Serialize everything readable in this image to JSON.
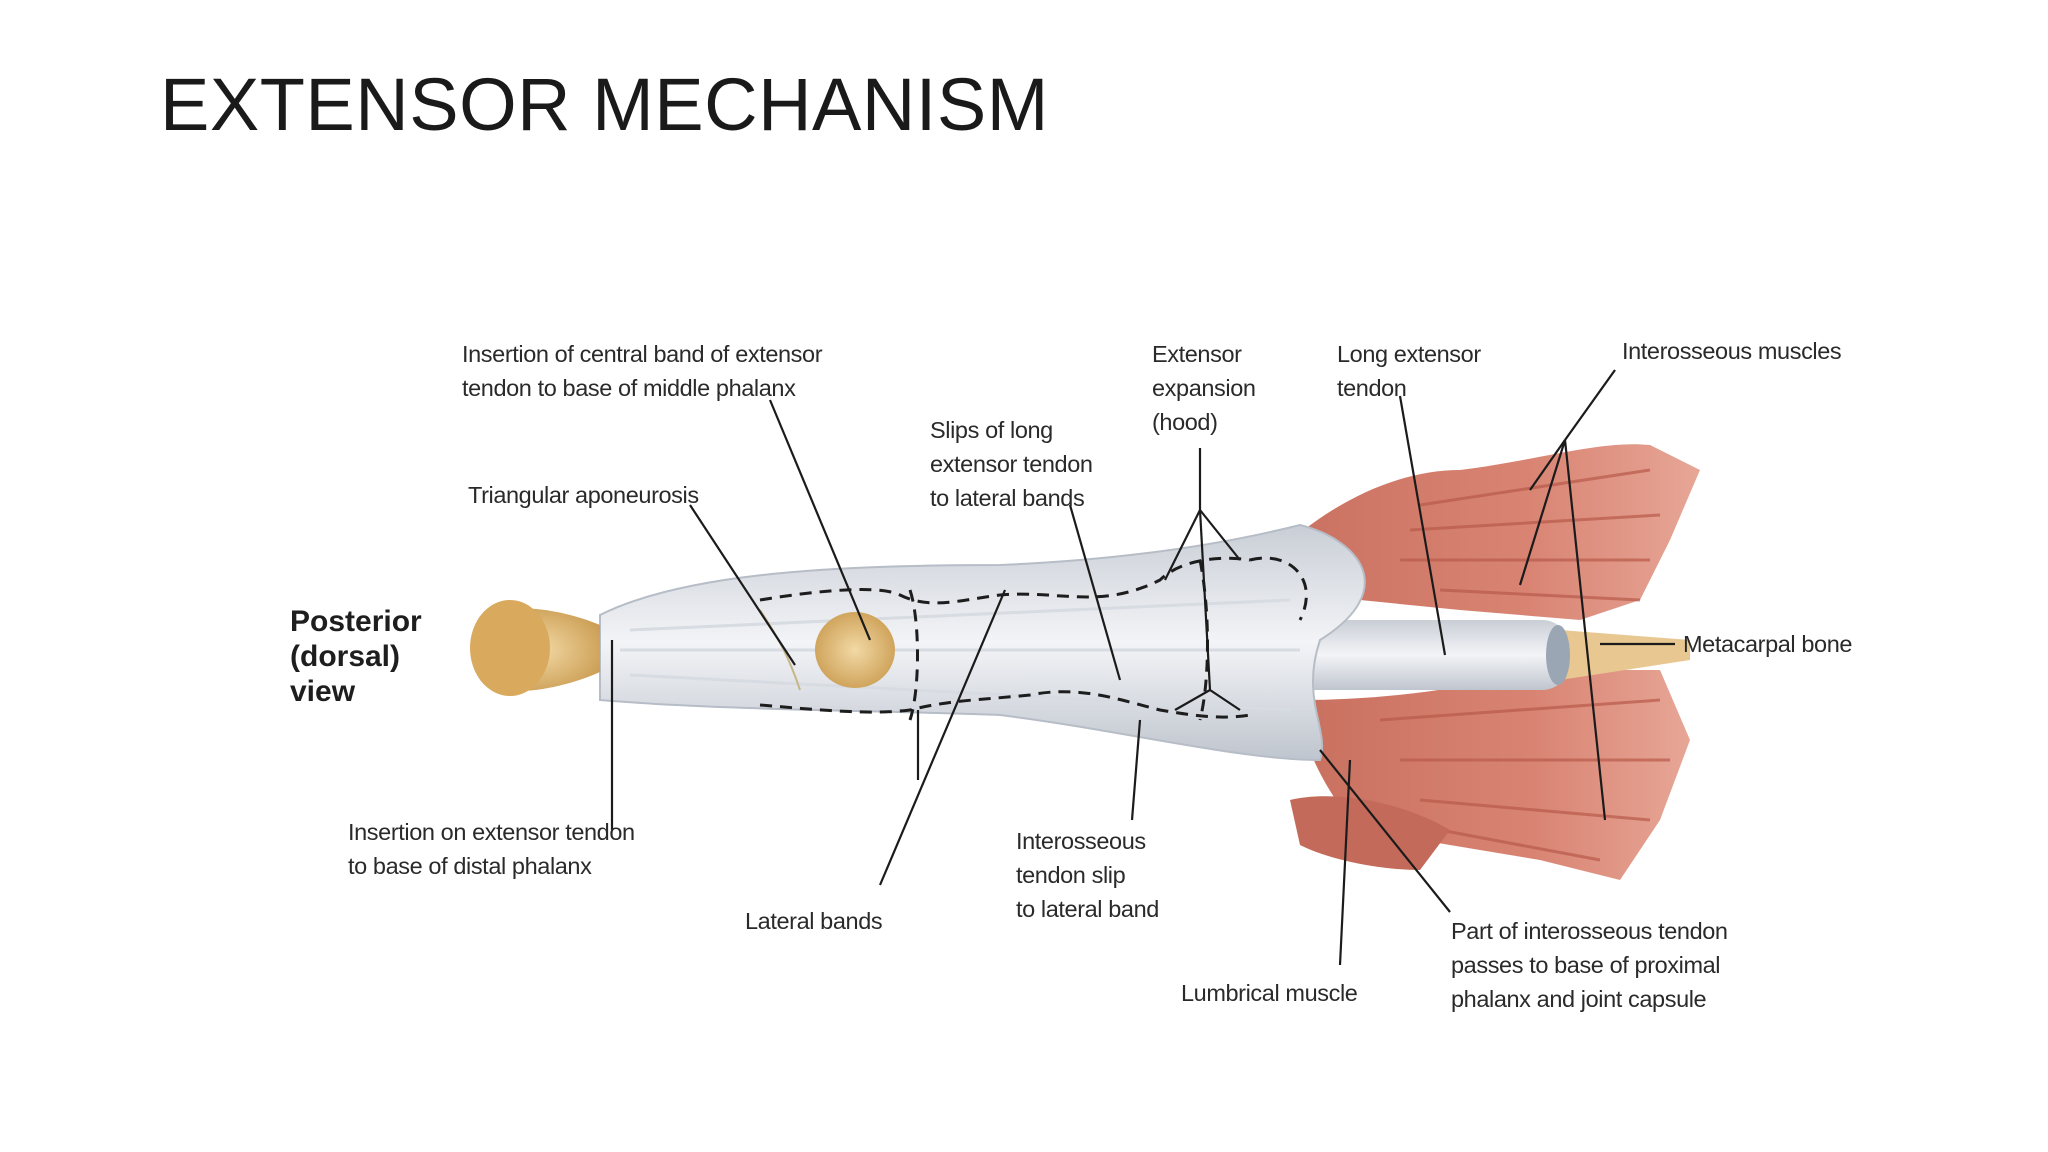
{
  "slide": {
    "title": "EXTENSOR MECHANISM"
  },
  "diagram": {
    "view_label": "Posterior\n(dorsal)\nview",
    "labels": {
      "insertion_central_band": "Insertion of central band of extensor\ntendon to base of middle phalanx",
      "triangular_aponeurosis": "Triangular aponeurosis",
      "slips_long_extensor": "Slips of long\nextensor tendon\nto lateral bands",
      "extensor_expansion": "Extensor\nexpansion\n(hood)",
      "long_extensor_tendon": "Long extensor\ntendon",
      "interosseous_muscles": "Interosseous muscles",
      "metacarpal_bone": "Metacarpal bone",
      "insertion_distal_phalanx": "Insertion on extensor tendon\nto base of distal phalanx",
      "lateral_bands": "Lateral bands",
      "interosseous_tendon_slip": "Interosseous\ntendon slip\nto lateral band",
      "lumbrical_muscle": "Lumbrical muscle",
      "part_interosseous_tendon": "Part of interosseous tendon\npasses to base of proximal\nphalanx and joint capsule"
    }
  }
}
